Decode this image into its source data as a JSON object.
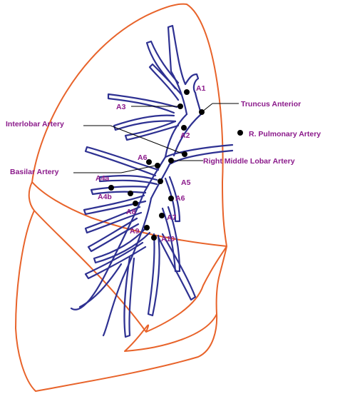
{
  "colors": {
    "lung_outline": "#e8632a",
    "artery": "#2e3192",
    "label": "#8b1a8b",
    "marker": "#000000"
  },
  "labels": {
    "a1": "A1",
    "a2": "A2",
    "a3": "A3",
    "a4a": "A4a",
    "a4b": "A4b",
    "a5": "A5",
    "a6_upper": "A6",
    "a6_lower": "A6",
    "a7": "A7",
    "a8": "A8",
    "a9": "A9",
    "a10": "A10",
    "truncus_anterior": "Truncus Anterior",
    "interlobar_artery": "Interlobar Artery",
    "r_pulmonary_artery": "R. Pulmonary Artery",
    "right_middle_lobar_artery": "Right Middle Lobar Artery",
    "basilar_artery": "Basilar Artery"
  }
}
